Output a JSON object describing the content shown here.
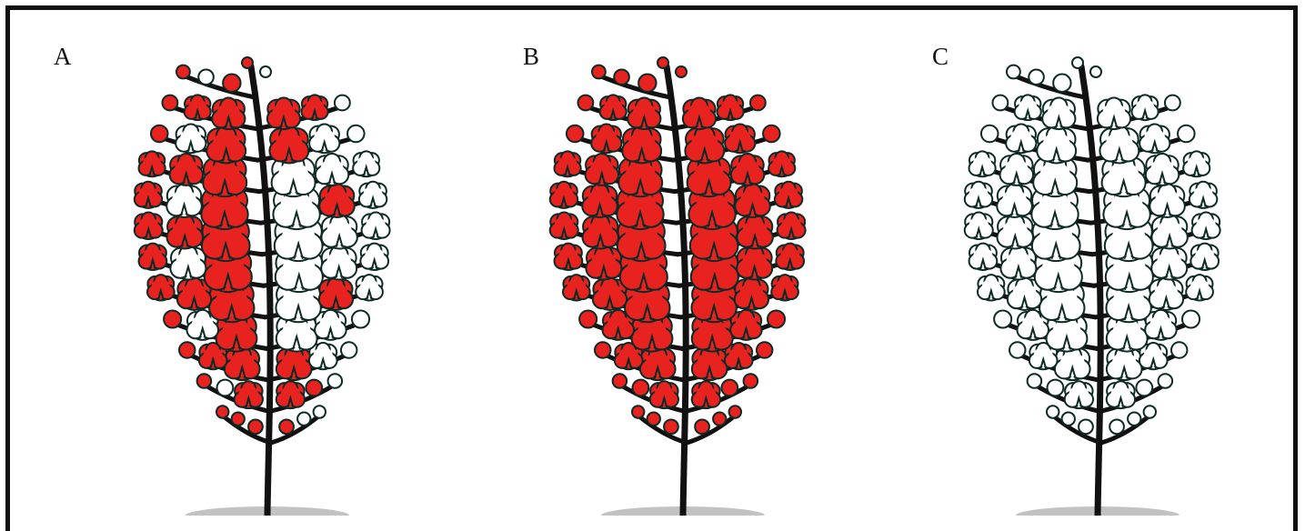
{
  "panels": [
    {
      "id": "A",
      "label": "A",
      "boll_color": "#e8231f"
    },
    {
      "id": "B",
      "label": "B",
      "boll_color": "#e8231f"
    },
    {
      "id": "C",
      "label": "C",
      "boll_color": "#ffffff"
    }
  ],
  "colors": {
    "stem": "#111111",
    "open_boll": "#ffffff",
    "highlighted_boll": "#e8231f",
    "boll_outline": "#0e2a26",
    "soil": "#9a9a9a"
  }
}
